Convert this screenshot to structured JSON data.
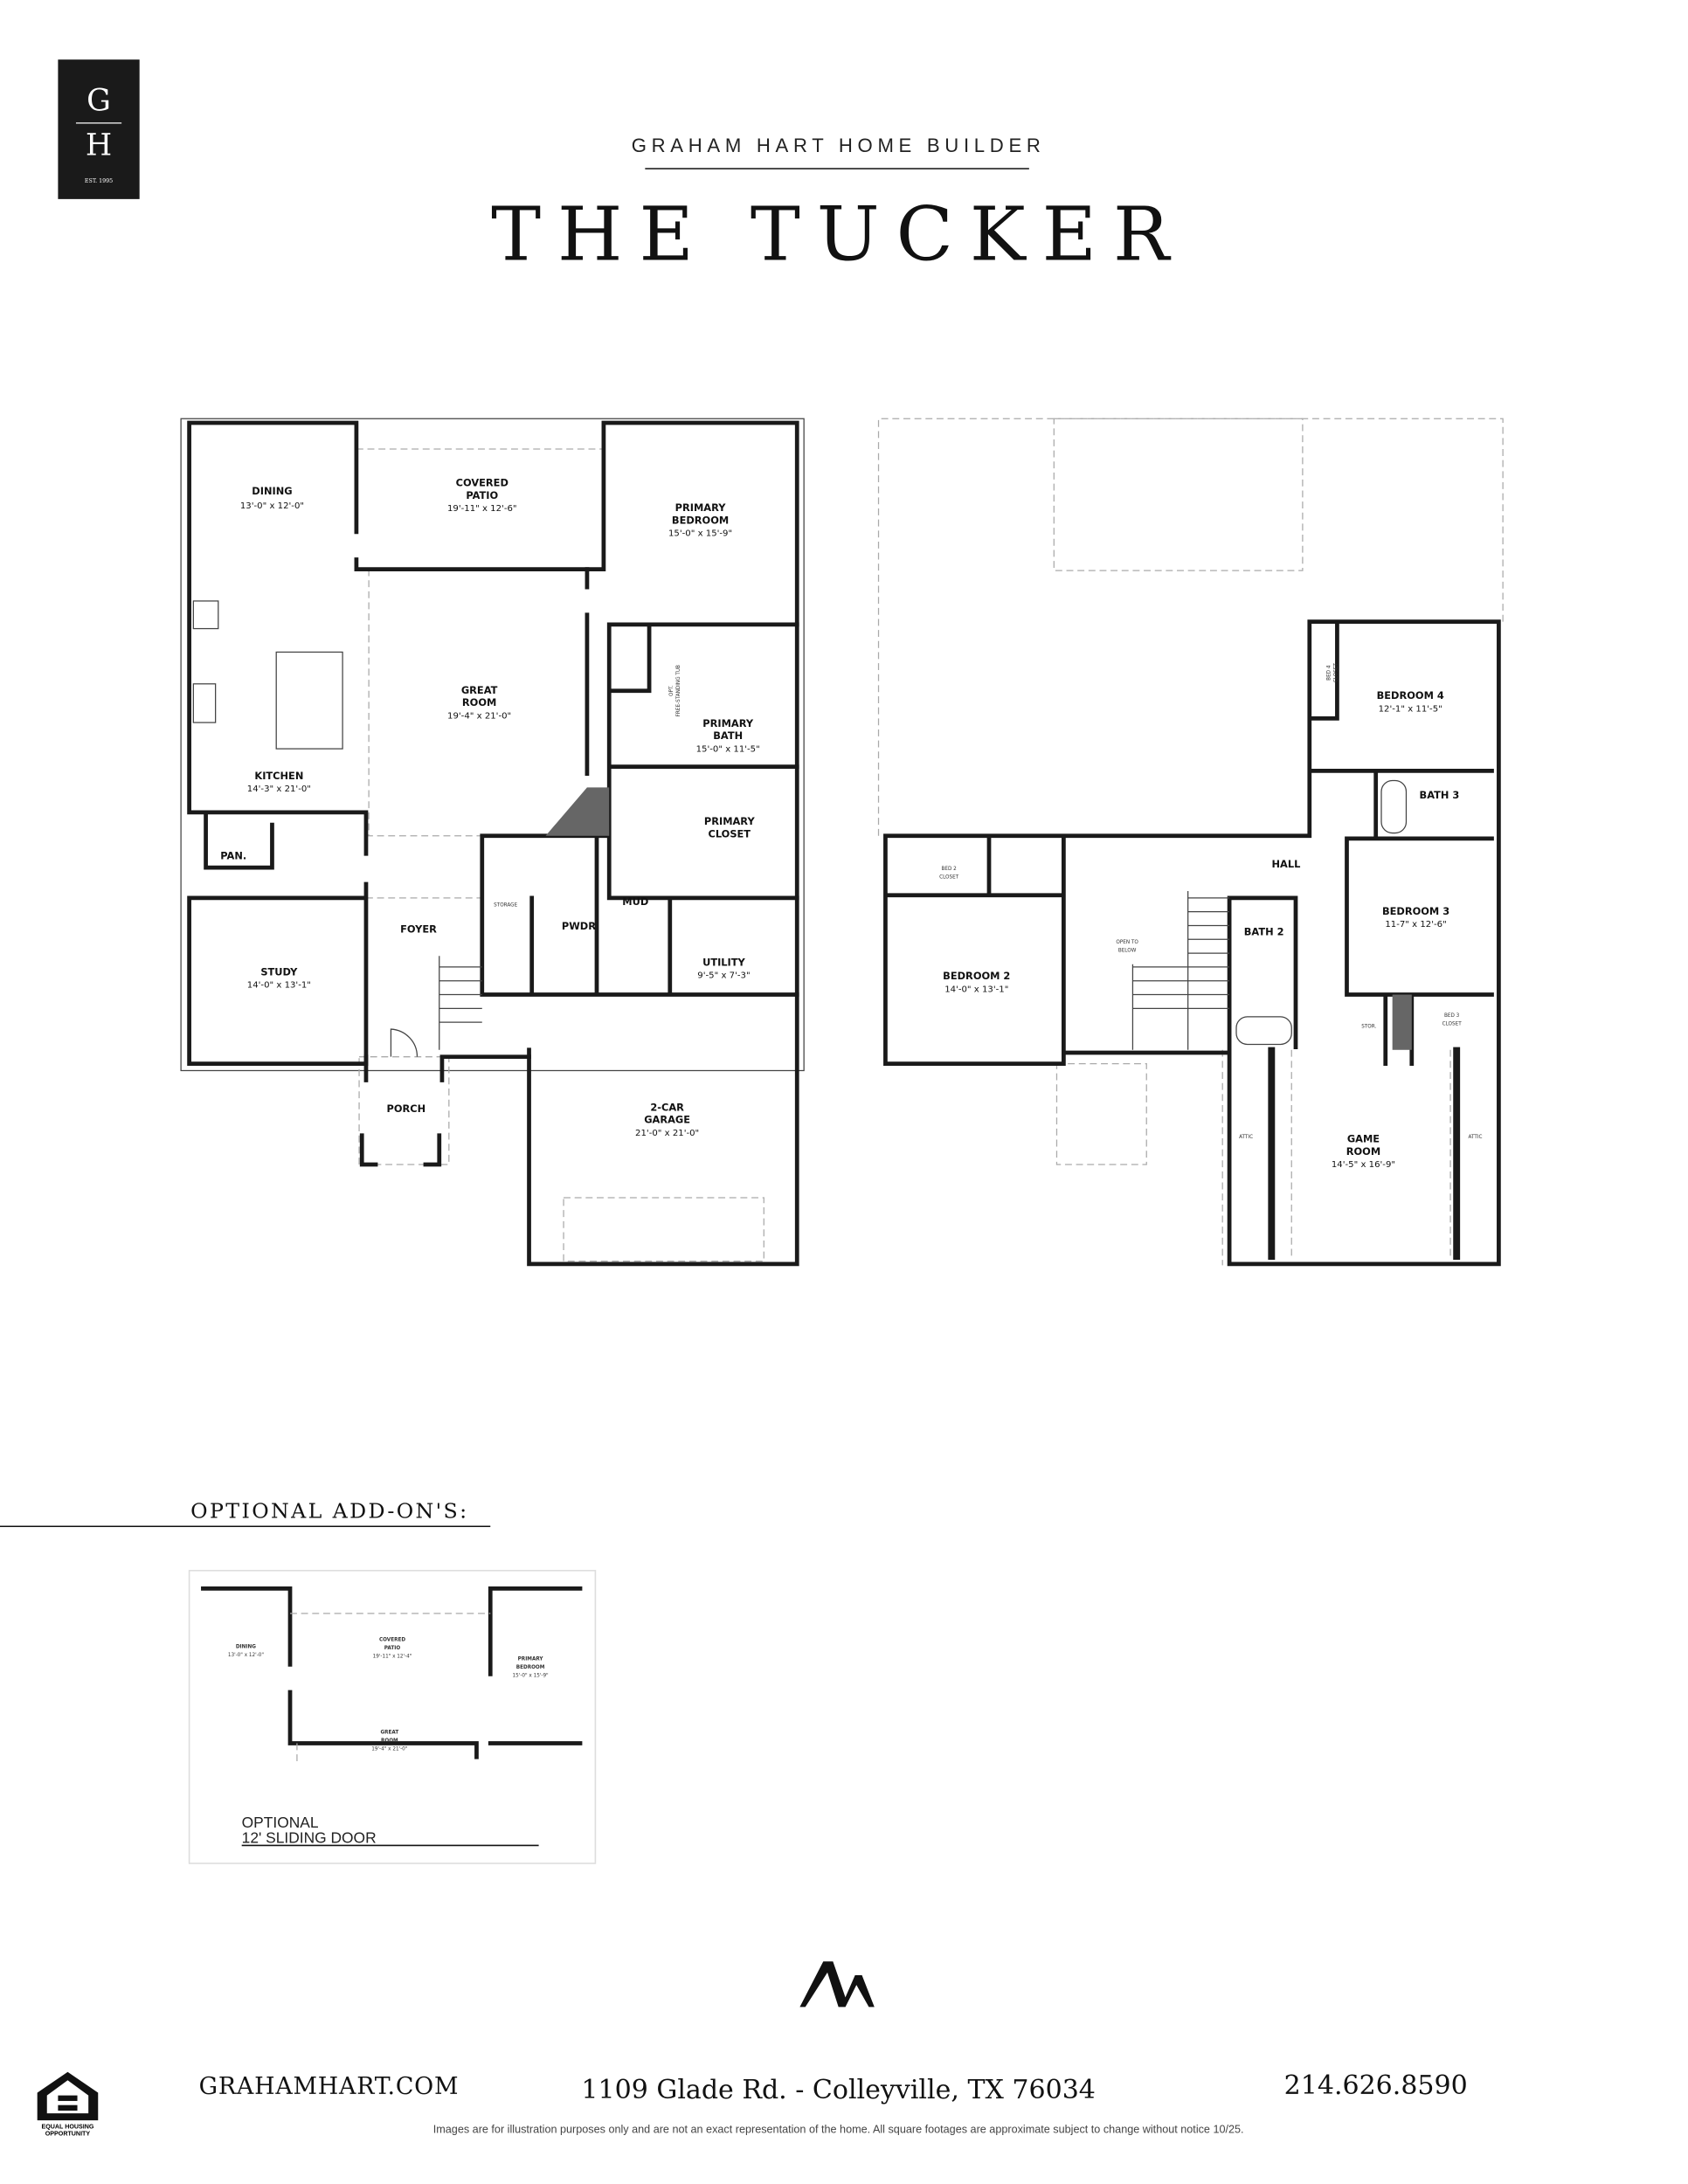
{
  "logo": {
    "top_letter": "G",
    "bottom_letter": "H",
    "est": "EST. 1995"
  },
  "header": {
    "builder": "GRAHAM HART HOME BUILDER",
    "title": "THE TUCKER"
  },
  "first_floor": {
    "dining": {
      "name": "DINING",
      "dims": "13'-0\" x 12'-0\""
    },
    "covered_patio": {
      "name1": "COVERED",
      "name2": "PATIO",
      "dims": "19'-11\" x 12'-6\""
    },
    "primary_bedroom": {
      "name1": "PRIMARY",
      "name2": "BEDROOM",
      "dims": "15'-0\" x 15'-9\""
    },
    "great_room": {
      "name1": "GREAT",
      "name2": "ROOM",
      "dims": "19'-4\" x 21'-0\""
    },
    "primary_bath": {
      "name1": "PRIMARY",
      "name2": "BATH",
      "dims": "15'-0\" x 11'-5\""
    },
    "tub_note1": "OPT.",
    "tub_note2": "FREE-STANDING TUB",
    "kitchen": {
      "name": "KITCHEN",
      "dims": "14'-3\" x 21'-0\""
    },
    "primary_closet": {
      "name1": "PRIMARY",
      "name2": "CLOSET"
    },
    "pantry": {
      "name": "PAN."
    },
    "mud": {
      "name": "MUD"
    },
    "foyer": {
      "name": "FOYER"
    },
    "powder": {
      "name": "PWDR"
    },
    "storage": {
      "name": "STORAGE"
    },
    "study": {
      "name": "STUDY",
      "dims": "14'-0\" x 13'-1\""
    },
    "utility": {
      "name": "UTILITY",
      "dims": "9'-5\" x 7'-3\""
    },
    "porch": {
      "name": "PORCH"
    },
    "garage": {
      "name1": "2-CAR",
      "name2": "GARAGE",
      "dims": "21'-0\" x 21'-0\""
    }
  },
  "second_floor": {
    "bedroom4": {
      "name": "BEDROOM 4",
      "dims": "12'-1\" x 11'-5\""
    },
    "bed4_closet": {
      "name1": "BED 4",
      "name2": "CLOSET"
    },
    "bath3": {
      "name": "BATH 3"
    },
    "hall": {
      "name": "HALL"
    },
    "bed2_closet": {
      "name1": "BED 2",
      "name2": "CLOSET"
    },
    "bedroom3": {
      "name": "BEDROOM 3",
      "dims": "11-7\" x 12'-6\""
    },
    "bath2": {
      "name": "BATH 2"
    },
    "open_below": {
      "name1": "OPEN TO",
      "name2": "BELOW"
    },
    "bedroom2": {
      "name": "BEDROOM 2",
      "dims": "14'-0\" x 13'-1\""
    },
    "storage": {
      "name": "STOR."
    },
    "bed3_closet": {
      "name1": "BED 3",
      "name2": "CLOSET"
    },
    "game_room": {
      "name1": "GAME",
      "name2": "ROOM",
      "dims": "14'-5\" x 16'-9\""
    },
    "attic_left": "ATTIC",
    "attic_right": "ATTIC"
  },
  "optional": {
    "heading": "OPTIONAL ADD-ON'S:",
    "dining": {
      "name": "DINING",
      "dims": "13'-0\" x 12'-0\""
    },
    "covered_patio": {
      "name1": "COVERED",
      "name2": "PATIO",
      "dims": "19'-11\" x 12'-4\""
    },
    "primary_bedroom": {
      "name1": "PRIMARY",
      "name2": "BEDROOM",
      "dims": "15'-0\" x 15'-9\""
    },
    "great_room": {
      "name1": "GREAT",
      "name2": "ROOM",
      "dims": "19'-4\" x 21'-0\""
    },
    "caption1": "OPTIONAL",
    "caption2": "12' SLIDING DOOR"
  },
  "footer": {
    "website": "GRAHAMHART.COM",
    "address": "1109 Glade Rd. - Colleyville, TX 76034",
    "phone": "214.626.8590",
    "disclaimer": "Images are for illustration purposes only and are not an exact representation of the home. All square footages are approximate subject to change without notice 10/25.",
    "eho1": "EQUAL HOUSING",
    "eho2": "OPPORTUNITY"
  }
}
